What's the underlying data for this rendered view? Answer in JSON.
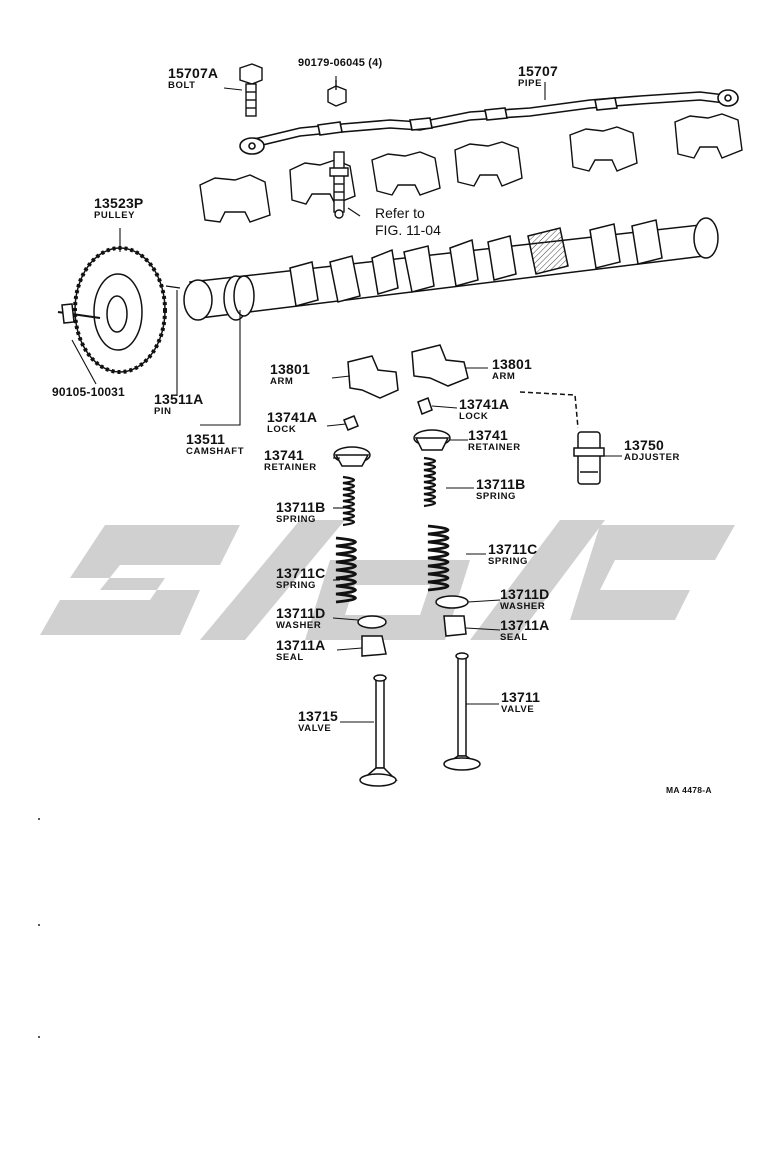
{
  "labels": {
    "bolt": {
      "num": "15707A",
      "name": "BOLT"
    },
    "nut": {
      "num": "90179-06045 (4)"
    },
    "pipe": {
      "num": "15707",
      "name": "PIPE"
    },
    "pulley": {
      "num": "13523P",
      "name": "PULLEY"
    },
    "refer": {
      "line1": "Refer to",
      "line2": "FIG. 11-04"
    },
    "pulley_bolt": {
      "num": "90105-10031"
    },
    "pin": {
      "num": "13511A",
      "name": "PIN"
    },
    "camshaft": {
      "num": "13511",
      "name": "CAMSHAFT"
    },
    "arm_left": {
      "num": "13801",
      "name": "ARM"
    },
    "arm_right": {
      "num": "13801",
      "name": "ARM"
    },
    "lock_left": {
      "num": "13741A",
      "name": "LOCK"
    },
    "lock_right": {
      "num": "13741A",
      "name": "LOCK"
    },
    "retainer_left": {
      "num": "13741",
      "name": "RETAINER"
    },
    "retainer_right": {
      "num": "13741",
      "name": "RETAINER"
    },
    "adjuster": {
      "num": "13750",
      "name": "ADJUSTER"
    },
    "spring_b_left": {
      "num": "13711B",
      "name": "SPRING"
    },
    "spring_b_right": {
      "num": "13711B",
      "name": "SPRING"
    },
    "spring_c_left": {
      "num": "13711C",
      "name": "SPRING"
    },
    "spring_c_right": {
      "num": "13711C",
      "name": "SPRING"
    },
    "washer_left": {
      "num": "13711D",
      "name": "WASHER"
    },
    "washer_right": {
      "num": "13711D",
      "name": "WASHER"
    },
    "seal_left": {
      "num": "13711A",
      "name": "SEAL"
    },
    "seal_right": {
      "num": "13711A",
      "name": "SEAL"
    },
    "valve_left": {
      "num": "13715",
      "name": "VALVE"
    },
    "valve_right": {
      "num": "13711",
      "name": "VALVE"
    }
  },
  "figure_code": "MA 4478-A",
  "colors": {
    "ink": "#111111",
    "watermark": "#d0d0d0",
    "background": "#ffffff"
  }
}
